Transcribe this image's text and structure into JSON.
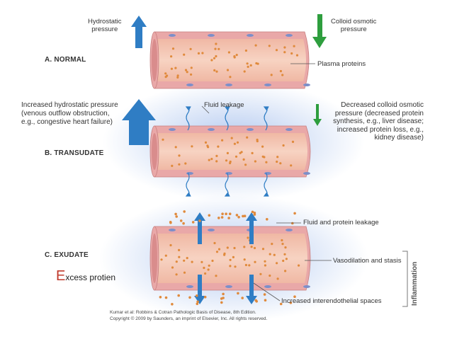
{
  "labels": {
    "hydrostatic_pressure": "Hydrostatic\npressure",
    "colloid_osmotic_pressure": "Colloid osmotic\npressure",
    "section_a": "A. NORMAL",
    "plasma_proteins": "Plasma proteins",
    "increased_hydrostatic": "Increased hydrostatic pressure\n(venous outflow obstruction,\ne.g., congestive heart failure)",
    "fluid_leakage": "Fluid leakage",
    "decreased_colloid": "Decreased colloid osmotic\npressure (decreased protein\nsynthesis, e.g., liver disease;\nincreased protein loss, e.g.,\nkidney disease)",
    "section_b": "B. TRANSUDATE",
    "fluid_protein_leakage": "Fluid and protein leakage",
    "section_c": "C. EXUDATE",
    "vasodilation": "Vasodilation and stasis",
    "interendothelial": "Increased interendothelial spaces",
    "inflammation": "Inflammation",
    "note_first": "E",
    "note_rest": "xcess protien",
    "citation_1": "Kumar et al: Robbins & Cotran Pathologic Basis of Disease, 8th Edition.",
    "citation_2": "Copyright © 2009 by Saunders, an imprint of Elsevier, Inc. All rights reserved."
  },
  "colors": {
    "arrow_blue": "#2f7dc4",
    "arrow_green": "#2e9e3e",
    "vessel_wall": "#e9a8a8",
    "vessel_lumen": "#f4c7b3",
    "protein": "#e08a3c",
    "halo": "#aac3ee",
    "note_accent": "#c0392b"
  }
}
